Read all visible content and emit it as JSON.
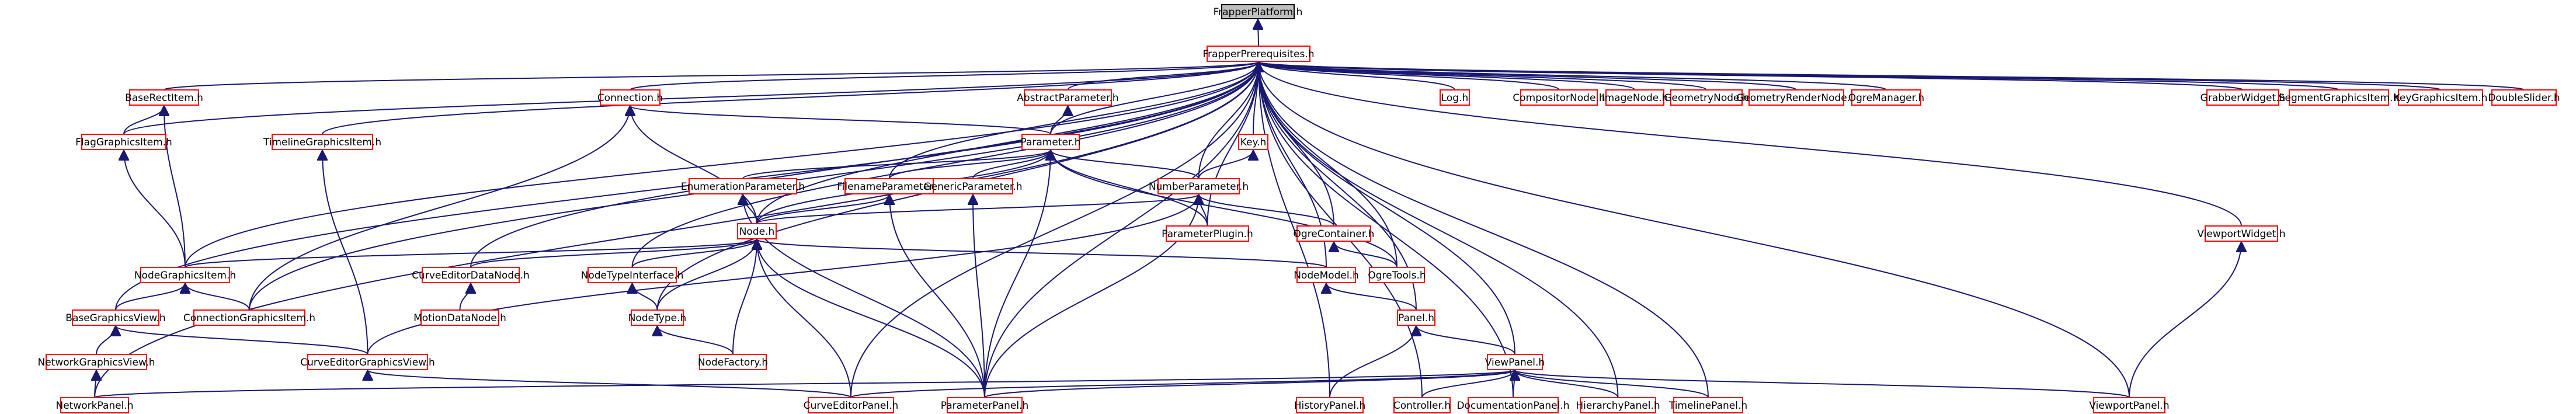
{
  "nodes": [
    {
      "id": "FrappierPlatform",
      "label": "FrapperPlatform.h",
      "root": true
    },
    {
      "id": "FrapperPrerequisites",
      "label": "FrapperPrerequisites.h"
    },
    {
      "id": "BaseRectItem",
      "label": "BaseRectItem.h"
    },
    {
      "id": "Connection",
      "label": "Connection.h"
    },
    {
      "id": "AbstractParameter",
      "label": "AbstractParameter.h"
    },
    {
      "id": "Log",
      "label": "Log.h"
    },
    {
      "id": "CompositorNode",
      "label": "CompositorNode.h"
    },
    {
      "id": "ImageNode",
      "label": "ImageNode.h"
    },
    {
      "id": "GeometryNode",
      "label": "GeometryNode.h"
    },
    {
      "id": "GeometryRenderNode",
      "label": "GeometryRenderNode.h"
    },
    {
      "id": "OgreManager",
      "label": "OgreManager.h"
    },
    {
      "id": "GrabberWidget",
      "label": "GrabberWidget.h"
    },
    {
      "id": "SegmentGraphicsItem",
      "label": "SegmentGraphicsItem.h"
    },
    {
      "id": "KeyGraphicsItem",
      "label": "KeyGraphicsItem.h"
    },
    {
      "id": "DoubleSlider",
      "label": "DoubleSlider.h"
    },
    {
      "id": "FlagGraphicsItem",
      "label": "FlagGraphicsItem.h"
    },
    {
      "id": "TimelineGraphicsItem",
      "label": "TimelineGraphicsItem.h"
    },
    {
      "id": "Parameter",
      "label": "Parameter.h"
    },
    {
      "id": "Key",
      "label": "Key.h"
    },
    {
      "id": "EnumerationParameter",
      "label": "EnumerationParameter.h"
    },
    {
      "id": "FilenameParameter",
      "label": "FilenameParameter.h"
    },
    {
      "id": "GenericParameter",
      "label": "GenericParameter.h"
    },
    {
      "id": "NumberParameter",
      "label": "NumberParameter.h"
    },
    {
      "id": "OgreContainer",
      "label": "OgreContainer.h"
    },
    {
      "id": "ParameterPlugin",
      "label": "ParameterPlugin.h"
    },
    {
      "id": "ViewportWidget",
      "label": "ViewportWidget.h"
    },
    {
      "id": "Node",
      "label": "Node.h"
    },
    {
      "id": "NodeGraphicsItem",
      "label": "NodeGraphicsItem.h"
    },
    {
      "id": "CurveEditorDataNode",
      "label": "CurveEditorDataNode.h"
    },
    {
      "id": "NodeTypeInterface",
      "label": "NodeTypeInterface.h"
    },
    {
      "id": "NodeModel",
      "label": "NodeModel.h"
    },
    {
      "id": "OgreTools",
      "label": "OgreTools.h"
    },
    {
      "id": "BaseGraphicsView",
      "label": "BaseGraphicsView.h"
    },
    {
      "id": "ConnectionGraphicsItem",
      "label": "ConnectionGraphicsItem.h"
    },
    {
      "id": "MotionDataNode",
      "label": "MotionDataNode.h"
    },
    {
      "id": "NodeType",
      "label": "NodeType.h"
    },
    {
      "id": "Panel",
      "label": "Panel.h"
    },
    {
      "id": "NetworkGraphicsView",
      "label": "NetworkGraphicsView.h"
    },
    {
      "id": "CurveEditorGraphicsView",
      "label": "CurveEditorGraphicsView.h"
    },
    {
      "id": "NodeFactory",
      "label": "NodeFactory.h"
    },
    {
      "id": "HistoryPanel",
      "label": "HistoryPanel.h"
    },
    {
      "id": "ViewPanel",
      "label": "ViewPanel.h"
    },
    {
      "id": "NetworkPanel",
      "label": "NetworkPanel.h"
    },
    {
      "id": "CurveEditorPanel",
      "label": "CurveEditorPanel.h"
    },
    {
      "id": "ParameterPanel",
      "label": "ParameterPanel.h"
    },
    {
      "id": "Controller",
      "label": "Controller.h"
    },
    {
      "id": "DocumentationPanel",
      "label": "DocumentationPanel.h"
    },
    {
      "id": "HierarchyPanel",
      "label": "HierarchyPanel.h"
    },
    {
      "id": "TimelinePanel",
      "label": "TimelinePanel.h"
    },
    {
      "id": "ViewportPanel",
      "label": "ViewportPanel.h"
    }
  ],
  "edges": [
    [
      "FrappierPlatform",
      "FrapperPrerequisites"
    ],
    [
      "FrapperPrerequisites",
      "BaseRectItem"
    ],
    [
      "FrapperPrerequisites",
      "Connection"
    ],
    [
      "FrapperPrerequisites",
      "AbstractParameter"
    ],
    [
      "FrapperPrerequisites",
      "Log"
    ],
    [
      "FrapperPrerequisites",
      "CompositorNode"
    ],
    [
      "FrapperPrerequisites",
      "ImageNode"
    ],
    [
      "FrapperPrerequisites",
      "GeometryNode"
    ],
    [
      "FrapperPrerequisites",
      "GeometryRenderNode"
    ],
    [
      "FrapperPrerequisites",
      "OgreManager"
    ],
    [
      "FrapperPrerequisites",
      "GrabberWidget"
    ],
    [
      "FrapperPrerequisites",
      "SegmentGraphicsItem"
    ],
    [
      "FrapperPrerequisites",
      "KeyGraphicsItem"
    ],
    [
      "FrapperPrerequisites",
      "DoubleSlider"
    ],
    [
      "FrapperPrerequisites",
      "FlagGraphicsItem"
    ],
    [
      "FrapperPrerequisites",
      "TimelineGraphicsItem"
    ],
    [
      "FrapperPrerequisites",
      "Parameter"
    ],
    [
      "FrapperPrerequisites",
      "Key"
    ],
    [
      "FrapperPrerequisites",
      "FilenameParameter"
    ],
    [
      "FrapperPrerequisites",
      "NumberParameter"
    ],
    [
      "FrapperPrerequisites",
      "OgreContainer"
    ],
    [
      "FrapperPrerequisites",
      "ParameterPlugin"
    ],
    [
      "FrapperPrerequisites",
      "ViewportWidget"
    ],
    [
      "FrapperPrerequisites",
      "Node"
    ],
    [
      "FrapperPrerequisites",
      "NodeGraphicsItem"
    ],
    [
      "FrapperPrerequisites",
      "CurveEditorDataNode"
    ],
    [
      "FrapperPrerequisites",
      "NodeTypeInterface"
    ],
    [
      "FrapperPrerequisites",
      "NodeModel"
    ],
    [
      "FrapperPrerequisites",
      "OgreTools"
    ],
    [
      "FrapperPrerequisites",
      "BaseGraphicsView"
    ],
    [
      "FrapperPrerequisites",
      "ConnectionGraphicsItem"
    ],
    [
      "FrapperPrerequisites",
      "NodeType"
    ],
    [
      "FrapperPrerequisites",
      "Panel"
    ],
    [
      "FrapperPrerequisites",
      "HistoryPanel"
    ],
    [
      "FrapperPrerequisites",
      "ViewPanel"
    ],
    [
      "FrapperPrerequisites",
      "NetworkPanel"
    ],
    [
      "FrapperPrerequisites",
      "CurveEditorPanel"
    ],
    [
      "FrapperPrerequisites",
      "ParameterPanel"
    ],
    [
      "FrapperPrerequisites",
      "Controller"
    ],
    [
      "FrapperPrerequisites",
      "DocumentationPanel"
    ],
    [
      "FrapperPrerequisites",
      "HierarchyPanel"
    ],
    [
      "FrapperPrerequisites",
      "TimelinePanel"
    ],
    [
      "FrapperPrerequisites",
      "ViewportPanel"
    ],
    [
      "BaseRectItem",
      "FlagGraphicsItem"
    ],
    [
      "BaseRectItem",
      "NodeGraphicsItem"
    ],
    [
      "FlagGraphicsItem",
      "NodeGraphicsItem"
    ],
    [
      "TimelineGraphicsItem",
      "CurveEditorGraphicsView"
    ],
    [
      "Connection",
      "Parameter"
    ],
    [
      "Connection",
      "Node"
    ],
    [
      "Connection",
      "ConnectionGraphicsItem"
    ],
    [
      "AbstractParameter",
      "Parameter"
    ],
    [
      "Parameter",
      "EnumerationParameter"
    ],
    [
      "Parameter",
      "FilenameParameter"
    ],
    [
      "Parameter",
      "GenericParameter"
    ],
    [
      "Parameter",
      "NumberParameter"
    ],
    [
      "Parameter",
      "ParameterPlugin"
    ],
    [
      "Parameter",
      "Node"
    ],
    [
      "Parameter",
      "OgreTools"
    ],
    [
      "Parameter",
      "ParameterPanel"
    ],
    [
      "Key",
      "NumberParameter"
    ],
    [
      "EnumerationParameter",
      "Node"
    ],
    [
      "EnumerationParameter",
      "ParameterPanel"
    ],
    [
      "FilenameParameter",
      "Node"
    ],
    [
      "FilenameParameter",
      "ParameterPanel"
    ],
    [
      "GenericParameter",
      "ParameterPanel"
    ],
    [
      "NumberParameter",
      "OgreContainer"
    ],
    [
      "NumberParameter",
      "ParameterPlugin"
    ],
    [
      "NumberParameter",
      "Node"
    ],
    [
      "NumberParameter",
      "ParameterPanel"
    ],
    [
      "NumberParameter",
      "CurveEditorGraphicsView"
    ],
    [
      "OgreContainer",
      "OgreTools"
    ],
    [
      "ViewportWidget",
      "ViewportPanel"
    ],
    [
      "Node",
      "NodeGraphicsItem"
    ],
    [
      "Node",
      "CurveEditorDataNode"
    ],
    [
      "Node",
      "NodeTypeInterface"
    ],
    [
      "Node",
      "NodeModel"
    ],
    [
      "Node",
      "NodeType"
    ],
    [
      "Node",
      "NodeFactory"
    ],
    [
      "Node",
      "CurveEditorPanel"
    ],
    [
      "Node",
      "ParameterPanel"
    ],
    [
      "NodeGraphicsItem",
      "BaseGraphicsView"
    ],
    [
      "NodeGraphicsItem",
      "ConnectionGraphicsItem"
    ],
    [
      "CurveEditorDataNode",
      "MotionDataNode"
    ],
    [
      "NodeTypeInterface",
      "NodeType"
    ],
    [
      "NodeModel",
      "Panel"
    ],
    [
      "BaseGraphicsView",
      "NetworkGraphicsView"
    ],
    [
      "BaseGraphicsView",
      "CurveEditorGraphicsView"
    ],
    [
      "NodeType",
      "NodeFactory"
    ],
    [
      "Panel",
      "HistoryPanel"
    ],
    [
      "Panel",
      "ViewPanel"
    ],
    [
      "NetworkGraphicsView",
      "NetworkPanel"
    ],
    [
      "CurveEditorGraphicsView",
      "CurveEditorPanel"
    ],
    [
      "ViewPanel",
      "NetworkPanel"
    ],
    [
      "ViewPanel",
      "CurveEditorPanel"
    ],
    [
      "ViewPanel",
      "ParameterPanel"
    ],
    [
      "ViewPanel",
      "Controller"
    ],
    [
      "ViewPanel",
      "DocumentationPanel"
    ],
    [
      "ViewPanel",
      "HierarchyPanel"
    ],
    [
      "ViewPanel",
      "TimelinePanel"
    ],
    [
      "ViewPanel",
      "ViewportPanel"
    ]
  ]
}
